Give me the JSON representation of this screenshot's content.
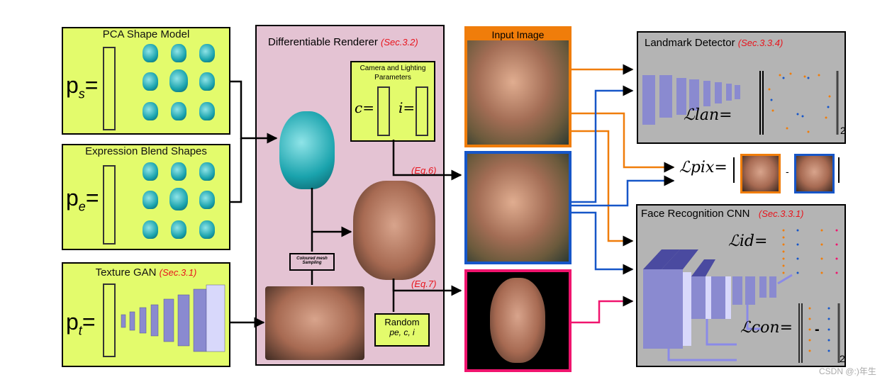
{
  "pca": {
    "title": "PCA Shape Model",
    "label": "p",
    "sub": "s"
  },
  "expr": {
    "title": "Expression Blend Shapes",
    "label": "p",
    "sub": "e"
  },
  "gan": {
    "title": "Texture GAN",
    "sec": "(Sec.3.1)",
    "label": "p",
    "sub": "t"
  },
  "renderer": {
    "title": "Differentiable Renderer",
    "sec": "(Sec.3.2)",
    "camera_title": "Camera and Lighting Parameters",
    "c_label": "c=",
    "i_label": "i=",
    "mesh_label": "Coloured mesh Sampling",
    "random_title": "Random",
    "random_vars": "pe, c, i",
    "eq6": "(Eq.6)",
    "eq7": "(Eq.7)"
  },
  "input": {
    "title": "Input Image"
  },
  "landmark": {
    "title": "Landmark Detector",
    "sec": "(Sec.3.3.4)",
    "loss": "ℒlan=",
    "norm_sub": "2"
  },
  "pix": {
    "loss": "ℒpix=",
    "minus": "-"
  },
  "recog": {
    "title": "Face Recognition CNN",
    "sec": "(Sec.3.3.1)",
    "loss_id": "ℒid=",
    "loss_con": "ℒcon=",
    "minus": "-",
    "norm_sub": "2"
  },
  "watermark": "CSDN @:)年生",
  "colors": {
    "yellow": "#e3fb6c",
    "pink": "#e4c3d3",
    "orange": "#f07d0a",
    "blue": "#1656c8",
    "magenta": "#f0146e",
    "gray": "#b4b4b4"
  }
}
